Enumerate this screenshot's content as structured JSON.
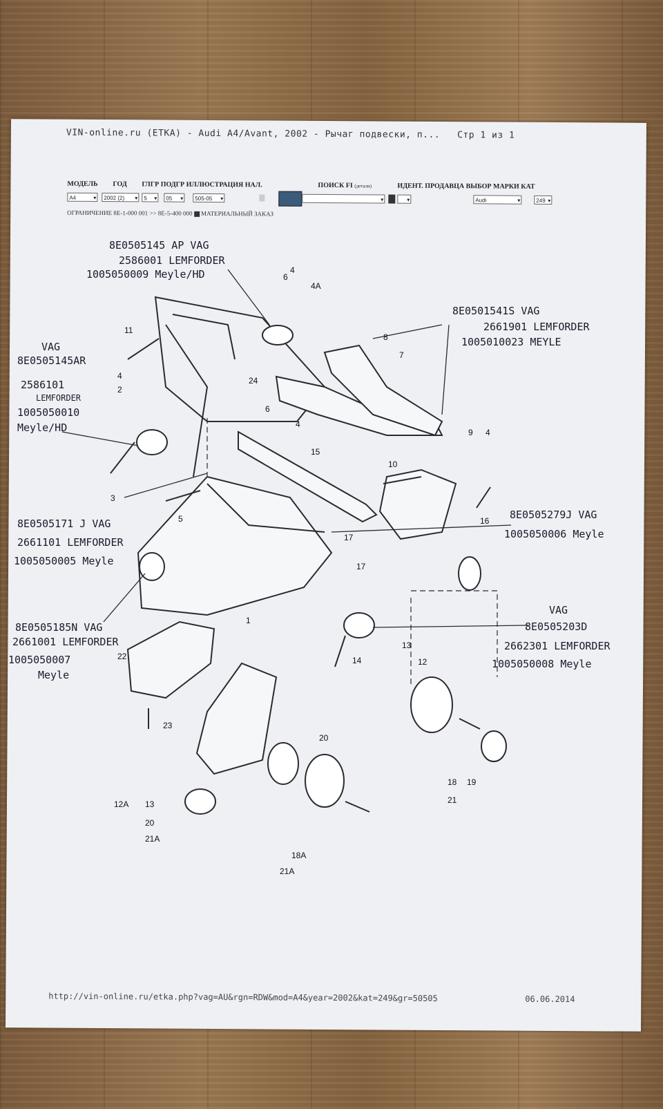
{
  "header": {
    "title": "VIN-online.ru (ETKA) - Audi A4/Avant, 2002 - Рычаг подвески, п...   Стр 1 из 1"
  },
  "menu": {
    "model": "МОДЕЛЬ",
    "year": "ГОД",
    "main_group": "ГЛГР ПОДГР ИЛЛЮСТРАЦИЯ НАЛ.",
    "search": "ПОИСК FI",
    "search_hint": "(детали)",
    "ident": "ИДЕНТ. ПРОДАВЦА ВЫБОР МАРКИ КАТ"
  },
  "selects": {
    "model": "A4",
    "year": "2002 (2)",
    "main_group": "5",
    "sub_group": "05",
    "illustration": "505-05",
    "brand": "Audi",
    "catalog": "249"
  },
  "restriction": {
    "text": "ОГРАНИЧЕНИЕ 8E-1-000 001 >> 8E-5-400 000",
    "order": "МАТЕРИАЛЬНЫЙ ЗАКАЗ"
  },
  "notes": {
    "n1": [
      "8E0505145 AP  VAG",
      "2586001 LEMFORDER",
      "1005050009 Meyle/HD"
    ],
    "n2": [
      "8E0501541S VAG",
      "2661901 LEMFORDER",
      "1005010023 MEYLE"
    ],
    "n3": [
      "VAG",
      "8E0505145AR",
      "2586101",
      "LEMFORDER",
      "1005050010",
      "Meyle/HD"
    ],
    "n4": [
      "8E0505171 J  VAG",
      "2661101 LEMFORDER",
      "1005050005 Meyle"
    ],
    "n5": [
      "8E0505279J VAG",
      "1005050006 Meyle"
    ],
    "n6": [
      "8E0505185N VAG",
      "2661001 LEMFORDER",
      "1005050007",
      "Meyle"
    ],
    "n7": [
      "VAG",
      "8E0505203D",
      "2662301 LEMFORDER",
      "1005050008 Meyle"
    ]
  },
  "footer": {
    "url": "http://vin-online.ru/etka.php?vag=AU&rgn=RDW&mod=A4&year=2002&kat=249&gr=50505",
    "date": "06.06.2014"
  }
}
